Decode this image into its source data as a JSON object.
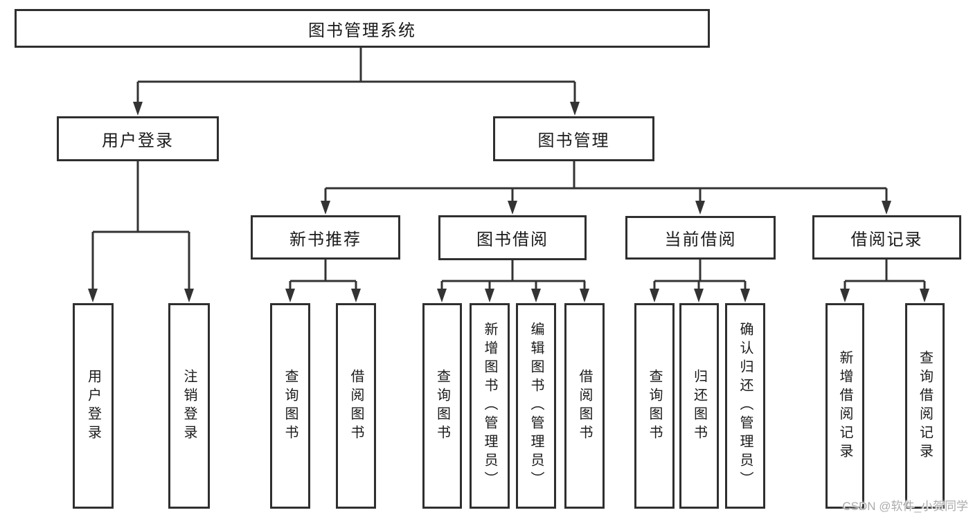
{
  "colors": {
    "line": "#333333",
    "border": "#2f2f2f",
    "text": "#1a1a1a",
    "watermark": "#ababab",
    "background": "#ffffff"
  },
  "watermark": {
    "text": "CSDN @软件_小贺同学"
  },
  "tree": {
    "root": {
      "label": "图书管理系统",
      "children": [
        {
          "label": "用户登录",
          "children": [
            {
              "label": "用户登录"
            },
            {
              "label": "注销登录"
            }
          ]
        },
        {
          "label": "图书管理",
          "children": [
            {
              "label": "新书推荐",
              "children": [
                {
                  "label": "查询图书"
                },
                {
                  "label": "借阅图书"
                }
              ]
            },
            {
              "label": "图书借阅",
              "children": [
                {
                  "label": "查询图书"
                },
                {
                  "label": "新增图书（管理员）"
                },
                {
                  "label": "编辑图书（管理员）"
                },
                {
                  "label": "借阅图书"
                }
              ]
            },
            {
              "label": "当前借阅",
              "children": [
                {
                  "label": "查询图书"
                },
                {
                  "label": "归还图书"
                },
                {
                  "label": "确认归还（管理员）"
                }
              ]
            },
            {
              "label": "借阅记录",
              "children": [
                {
                  "label": "新增借阅记录"
                },
                {
                  "label": "查询借阅记录"
                }
              ]
            }
          ]
        }
      ]
    }
  }
}
